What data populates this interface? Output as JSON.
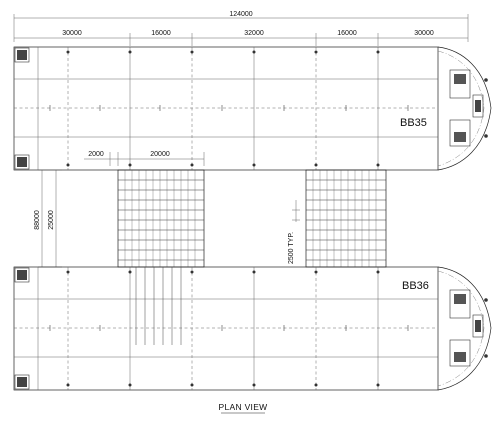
{
  "drawing": {
    "title": "PLAN VIEW",
    "overall_length": "124000",
    "top_segments": [
      "30000",
      "16000",
      "32000",
      "16000",
      "30000"
    ],
    "gap_left": "2000",
    "deck_width": "20000",
    "side_outer": "88000",
    "side_inner": "25000",
    "slat_spacing": "2500 TYP.",
    "barges": [
      {
        "name": "BB35"
      },
      {
        "name": "BB36"
      }
    ]
  }
}
